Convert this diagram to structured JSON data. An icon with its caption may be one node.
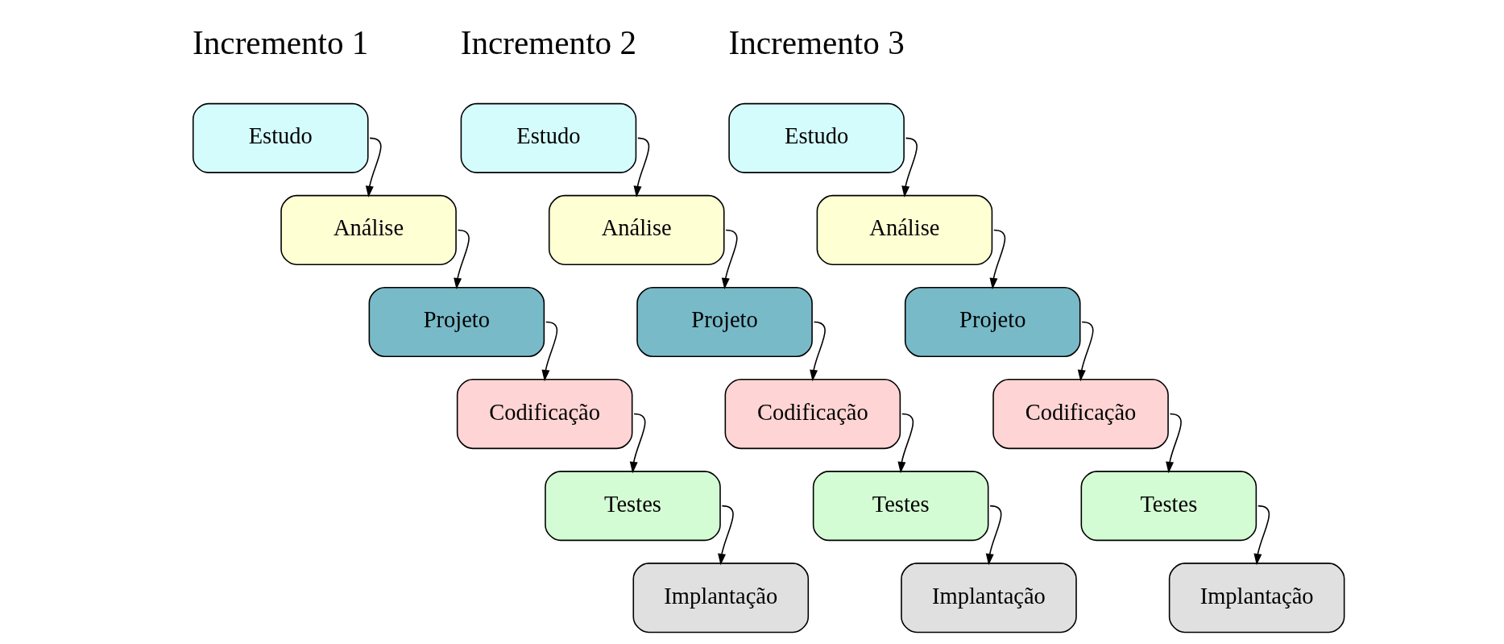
{
  "diagram": {
    "nodes": [
      {
        "text": [
          "Estudo"
        ]
      },
      {
        "text": [
          "Análise"
        ]
      },
      {
        "text": [
          "Projeto"
        ]
      },
      {
        "text": [
          "Codificação"
        ]
      },
      {
        "text": [
          "Testes"
        ]
      },
      {
        "text": [
          "Implantação"
        ]
      },
      {
        "text": [
          "Estudo"
        ]
      },
      {
        "text": [
          "Análise"
        ]
      },
      {
        "text": [
          "Projeto"
        ]
      },
      {
        "text": [
          "Codificação"
        ]
      },
      {
        "text": [
          "Testes"
        ]
      },
      {
        "text": [
          "Implantação"
        ]
      },
      {
        "text": [
          "Estudo"
        ]
      },
      {
        "text": [
          "Análise"
        ]
      },
      {
        "text": [
          "Projeto"
        ]
      },
      {
        "text": [
          "Codificação"
        ]
      },
      {
        "text": [
          "Testes"
        ]
      },
      {
        "text": [
          "Implantação"
        ]
      }
    ],
    "edges": [
      {
        "from": 0,
        "to": 1,
        "arrow": "to"
      },
      {
        "from": 1,
        "to": 2,
        "arrow": "to"
      },
      {
        "from": 2,
        "to": 3,
        "arrow": "to"
      },
      {
        "from": 3,
        "to": 4,
        "arrow": "to"
      },
      {
        "from": 4,
        "to": 5,
        "arrow": "to"
      },
      {
        "from": 6,
        "to": 7,
        "arrow": "to"
      },
      {
        "from": 7,
        "to": 8,
        "arrow": "to"
      },
      {
        "from": 8,
        "to": 9,
        "arrow": "to"
      },
      {
        "from": 9,
        "to": 10,
        "arrow": "to"
      },
      {
        "from": 10,
        "to": 11,
        "arrow": "to"
      },
      {
        "from": 12,
        "to": 13,
        "arrow": "to"
      },
      {
        "from": 13,
        "to": 14,
        "arrow": "to"
      },
      {
        "from": 14,
        "to": 15,
        "arrow": "to"
      },
      {
        "from": 15,
        "to": 16,
        "arrow": "to"
      },
      {
        "from": 16,
        "to": 17,
        "arrow": "to"
      }
    ],
    "labels": [
      "Incremento 3",
      "Incremento 2",
      "Incremento 1"
    ]
  }
}
